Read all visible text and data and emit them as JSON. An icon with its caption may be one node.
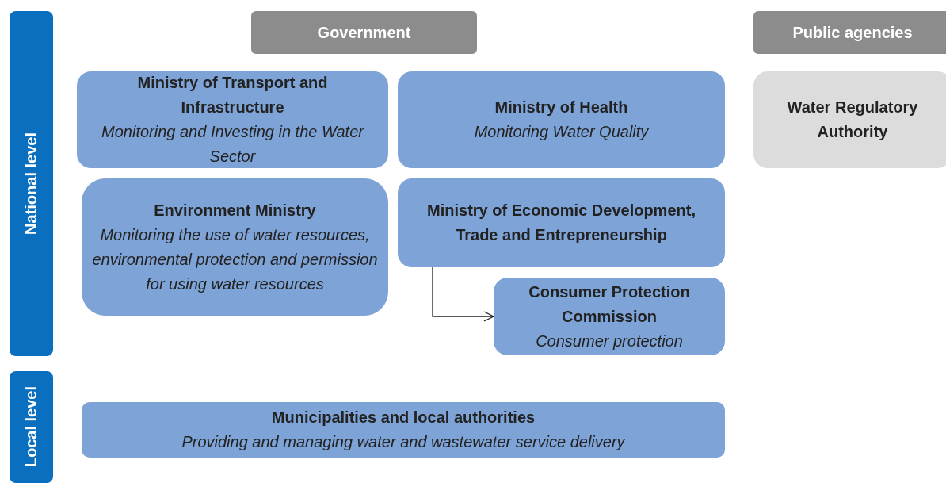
{
  "diagram": {
    "nodes": [
      {
        "text": [
          "National level"
        ]
      },
      {
        "text": [
          "Local level"
        ]
      },
      {
        "text": [
          "Government"
        ]
      },
      {
        "text": [
          "Public agencies"
        ]
      },
      {
        "text": [
          "Ministry of Transport and Infrastructure",
          "Monitoring and Investing in the Water Sector"
        ]
      },
      {
        "text": [
          "Ministry of Health",
          "Monitoring Water Quality"
        ]
      },
      {
        "text": [
          "Water Regulatory Authority"
        ]
      },
      {
        "text": [
          "Environment Ministry",
          "Monitoring the use of water resources, environmental protection and permission for using water resources"
        ]
      },
      {
        "text": [
          "Ministry of Economic Development, Trade and Entrepreneurship"
        ]
      },
      {
        "text": [
          "Consumer Protection Commission",
          "Consumer protection"
        ]
      },
      {
        "text": [
          "Municipalities and local authorities",
          "Providing and managing water and wastewater service delivery"
        ]
      }
    ],
    "edges": [
      {
        "from": 8,
        "to": 9,
        "arrow": "to"
      }
    ]
  }
}
